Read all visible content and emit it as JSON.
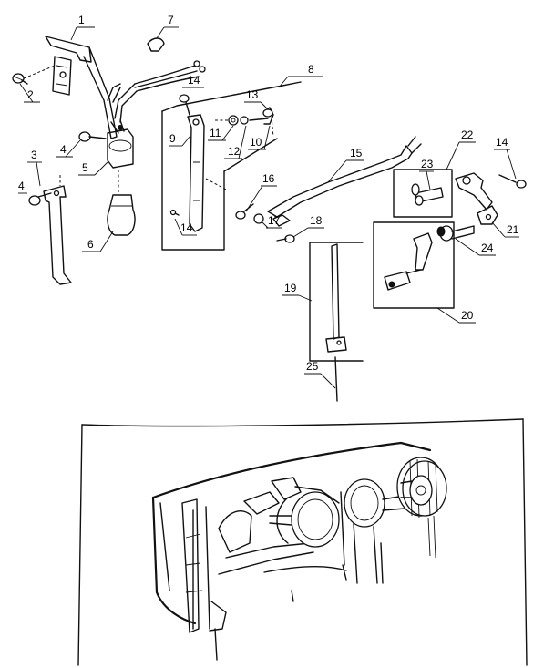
{
  "callouts": [
    {
      "id": "c1",
      "text": "1"
    },
    {
      "id": "c2",
      "text": "2"
    },
    {
      "id": "c3",
      "text": "3"
    },
    {
      "id": "c4a",
      "text": "4"
    },
    {
      "id": "c4b",
      "text": "4"
    },
    {
      "id": "c5",
      "text": "5"
    },
    {
      "id": "c6",
      "text": "6"
    },
    {
      "id": "c7",
      "text": "7"
    },
    {
      "id": "c8",
      "text": "8"
    },
    {
      "id": "c9",
      "text": "9"
    },
    {
      "id": "c10",
      "text": "10"
    },
    {
      "id": "c11",
      "text": "11"
    },
    {
      "id": "c12",
      "text": "12"
    },
    {
      "id": "c13",
      "text": "13"
    },
    {
      "id": "c14a",
      "text": "14"
    },
    {
      "id": "c14b",
      "text": "14"
    },
    {
      "id": "c14c",
      "text": "14"
    },
    {
      "id": "c15",
      "text": "15"
    },
    {
      "id": "c16",
      "text": "16"
    },
    {
      "id": "c17",
      "text": "17"
    },
    {
      "id": "c18",
      "text": "18"
    },
    {
      "id": "c19",
      "text": "19"
    },
    {
      "id": "c20",
      "text": "20"
    },
    {
      "id": "c21",
      "text": "21"
    },
    {
      "id": "c22",
      "text": "22"
    },
    {
      "id": "c23",
      "text": "23"
    },
    {
      "id": "c24",
      "text": "24"
    },
    {
      "id": "c25",
      "text": "25"
    }
  ]
}
